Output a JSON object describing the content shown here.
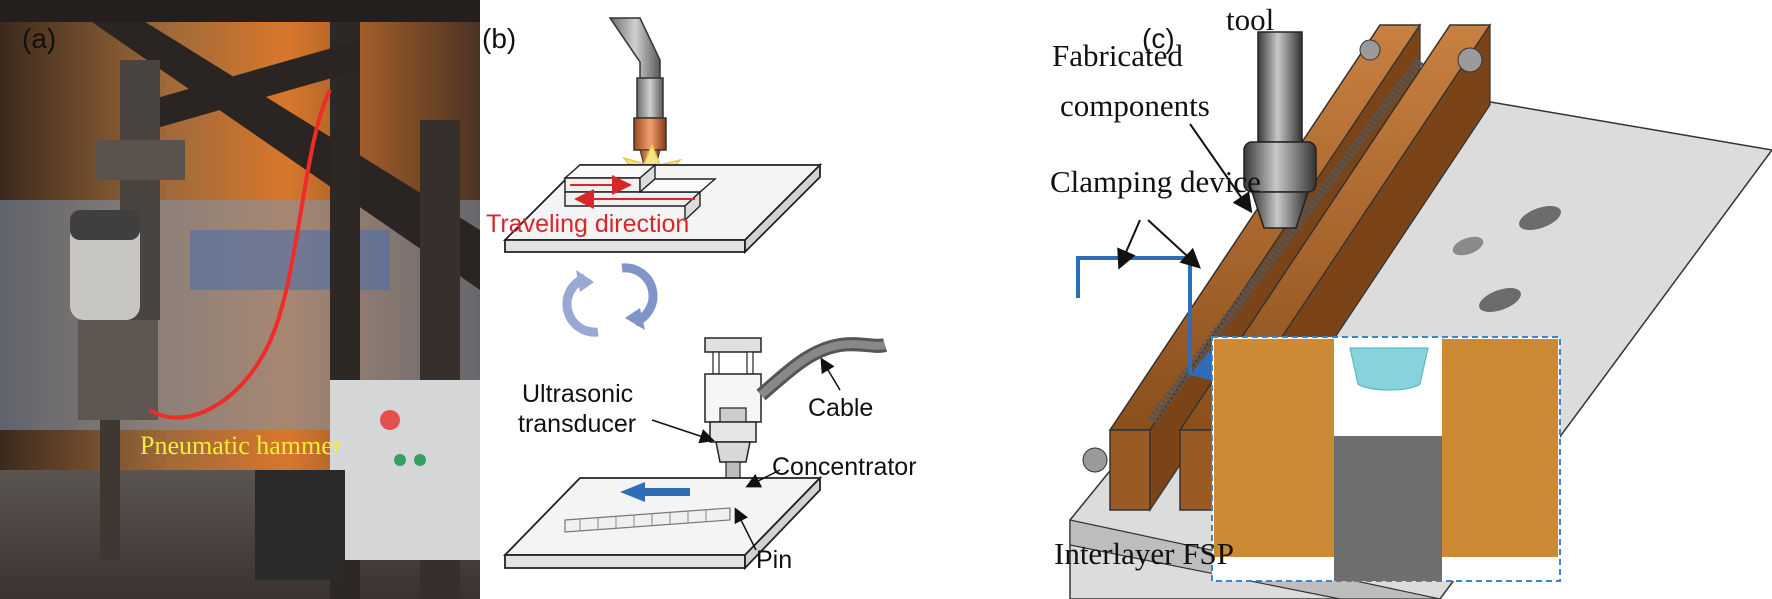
{
  "panels": {
    "a": {
      "label": "(a)",
      "caption": "Pneumatic hammer",
      "caption_color": "#f2ec3c"
    },
    "b": {
      "label": "(b)",
      "traveling_direction": "Traveling direction",
      "traveling_color": "#d9262b",
      "ultrasonic_transducer": [
        "Ultrasonic",
        "transducer"
      ],
      "cable": "Cable",
      "concentrator": "Concentrator",
      "pin": "Pin"
    },
    "c": {
      "label": "(c)",
      "tool": "tool",
      "fabricated_components": [
        "Fabricated",
        "components"
      ],
      "clamping_device": "Clamping device",
      "interlayer": "Interlayer FSP"
    }
  },
  "colors": {
    "wood": "#b86a28",
    "plate": "#d8d8d8",
    "blue_arrow": "#2f6db5",
    "inset_border": "#3a86c8",
    "inset_fill": "#cc8a35",
    "pin_gray": "#6e6e6e",
    "cyan": "#86d3dc"
  }
}
